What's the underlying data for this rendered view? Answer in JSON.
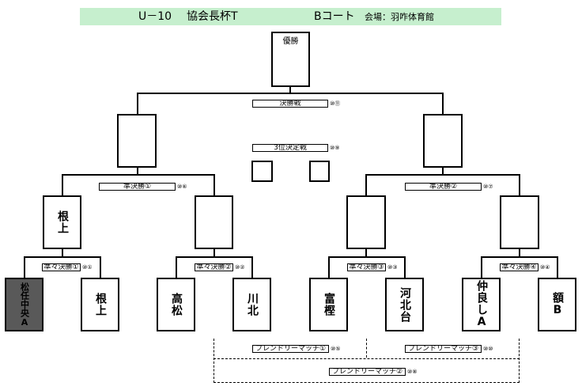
{
  "header": {
    "title": "U－10",
    "event": "協会長杯T",
    "court": "Bコート",
    "venue": "会場：羽咋体育館"
  },
  "final": {
    "winner_label": "優勝",
    "label": "決勝戦",
    "marker": "⑩⑪"
  },
  "third_place": {
    "label": "3位決定戦",
    "marker": "⑩⑨"
  },
  "semifinals": [
    {
      "label": "準決勝①",
      "marker": "⑩⑥",
      "winner": "根上"
    },
    {
      "label": "準決勝②",
      "marker": "⑩⑦",
      "winner": ""
    }
  ],
  "quarterfinals": [
    {
      "label": "準々決勝①",
      "marker": "⑩①"
    },
    {
      "label": "準々決勝②",
      "marker": "⑩②"
    },
    {
      "label": "準々決勝③",
      "marker": "⑩③"
    },
    {
      "label": "準々決勝④",
      "marker": "⑩④"
    }
  ],
  "teams": [
    "松任中央A",
    "根上",
    "高松",
    "川北",
    "富樫",
    "河北台",
    "仲良しA",
    "額B"
  ],
  "friendly": [
    {
      "label": "フレンドリーマッチ①",
      "marker": "⑩⑤"
    },
    {
      "label": "フレンドリーマッチ③",
      "marker": "⑩⑩"
    },
    {
      "label": "フレンドリーマッチ②",
      "marker": "⑩⑧"
    }
  ],
  "colors": {
    "header_bg": "#c6efce",
    "eliminated_team_bg": "#595959"
  }
}
